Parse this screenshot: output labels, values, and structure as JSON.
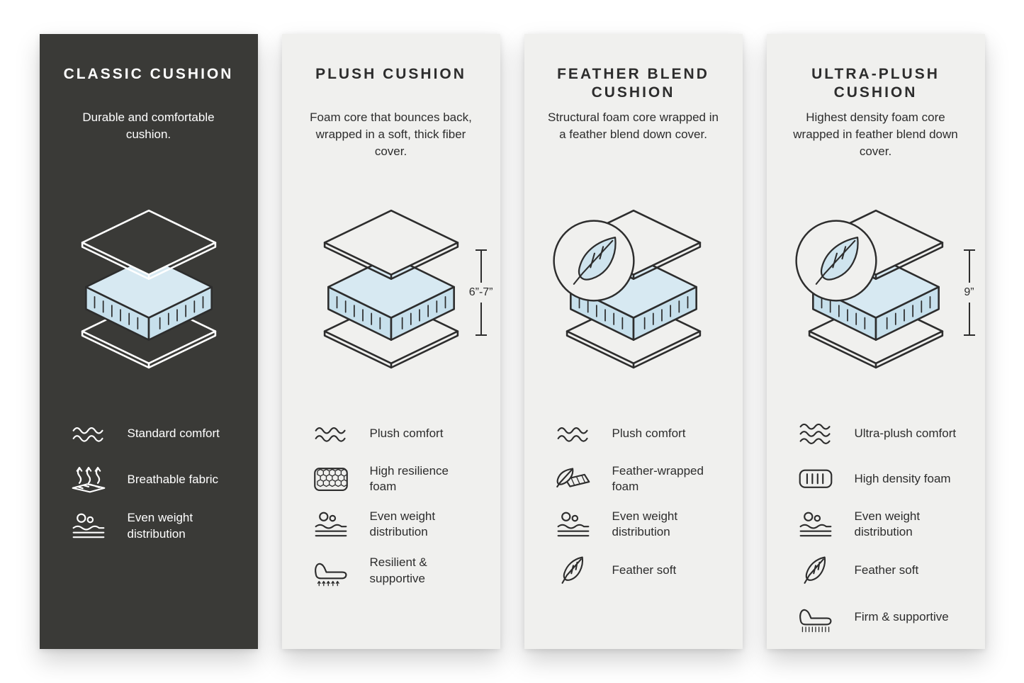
{
  "page": {
    "background": "#ffffff"
  },
  "colors": {
    "dark_card_bg": "#3a3a37",
    "light_card_bg": "#f0f0ee",
    "foam_blue": "#cfe4ee",
    "outline": "#2d2d2d",
    "text_on_dark": "#ffffff"
  },
  "cards": [
    {
      "title": "CLASSIC CUSHION",
      "description": "Durable and comfortable cushion.",
      "features": [
        {
          "icon": "wave-comfort-icon",
          "label": "Standard comfort"
        },
        {
          "icon": "breathable-fabric-icon",
          "label": "Breathable fabric"
        },
        {
          "icon": "even-weight-icon",
          "label": "Even weight distribution"
        }
      ]
    },
    {
      "title": "PLUSH CUSHION",
      "description": "Foam core that bounces back, wrapped in a soft, thick fiber cover.",
      "dimension_label": "6”-7”",
      "features": [
        {
          "icon": "wave-comfort-icon",
          "label": "Plush comfort"
        },
        {
          "icon": "honeycomb-foam-icon",
          "label": "High resilience foam"
        },
        {
          "icon": "even-weight-icon",
          "label": "Even weight distribution"
        },
        {
          "icon": "resilient-supportive-icon",
          "label": "Resilient & supportive"
        }
      ]
    },
    {
      "title": "FEATHER BLEND CUSHION",
      "description": "Structural foam core wrapped in a feather blend down cover.",
      "features": [
        {
          "icon": "wave-comfort-icon",
          "label": "Plush comfort"
        },
        {
          "icon": "feather-wrapped-foam-icon",
          "label": "Feather-wrapped foam"
        },
        {
          "icon": "even-weight-icon",
          "label": "Even weight distribution"
        },
        {
          "icon": "feather-icon",
          "label": "Feather soft"
        }
      ]
    },
    {
      "title": "ULTRA-PLUSH CUSHION",
      "description": "Highest density foam core wrapped in feather blend down cover.",
      "dimension_label": "9”",
      "features": [
        {
          "icon": "ultra-plush-comfort-icon",
          "label": "Ultra-plush comfort"
        },
        {
          "icon": "high-density-foam-icon",
          "label": "High density foam"
        },
        {
          "icon": "even-weight-icon",
          "label": "Even weight distribution"
        },
        {
          "icon": "feather-icon",
          "label": "Feather soft"
        },
        {
          "icon": "firm-supportive-icon",
          "label": "Firm & supportive"
        }
      ]
    }
  ]
}
